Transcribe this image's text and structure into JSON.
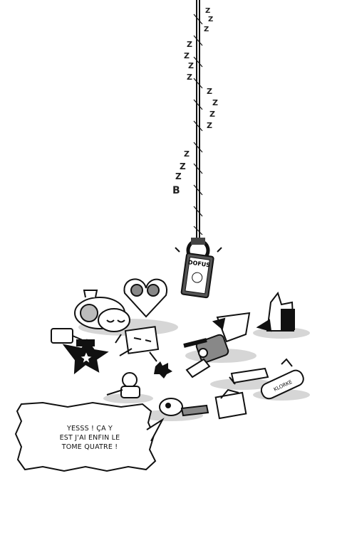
{
  "bubble": {
    "lines": [
      "YESSS ! ÇA Y",
      "EST J'AI ENFIN LE",
      "TOME QUATRE !"
    ]
  },
  "sounds": {
    "snore": "Z",
    "snore_final": "B"
  },
  "book": {
    "spine_text": "DOFUS"
  },
  "toys": {
    "tag_text": "KLORKE"
  },
  "colors": {
    "ink": "#111111",
    "shadow": "#d6d6d6",
    "grey_fill": "#9a9a9a",
    "paper": "#ffffff"
  }
}
